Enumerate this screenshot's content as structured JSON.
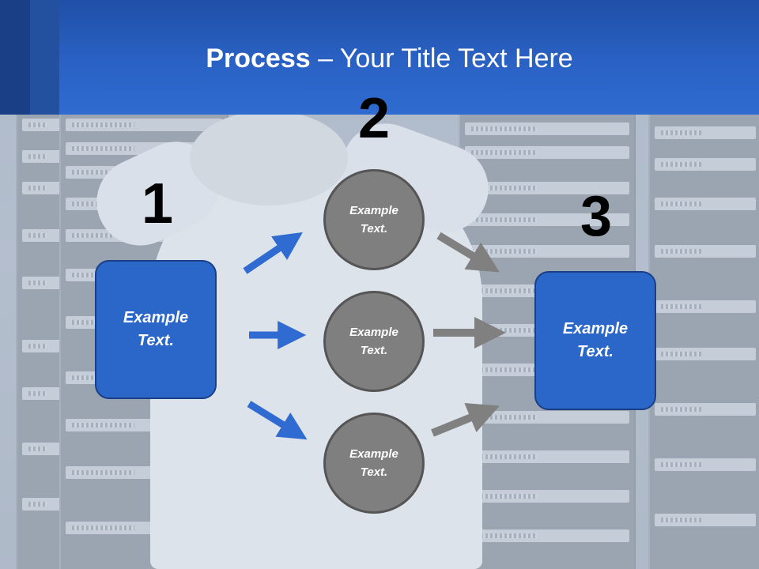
{
  "slide": {
    "title_bold": "Process",
    "title_rest": " – Your Title Text Here",
    "steps": [
      {
        "number": "1",
        "label": "Example Text."
      },
      {
        "number": "2",
        "items": [
          "Example Text.",
          "Example Text.",
          "Example Text."
        ]
      },
      {
        "number": "3",
        "label": "Example Text."
      }
    ]
  },
  "colors": {
    "header_blue": "#2a62c4",
    "box_blue": "#2b66c9",
    "circle_gray": "#7f7f7f",
    "arrow_blue": "#2f6bd0",
    "arrow_gray": "#808080"
  }
}
